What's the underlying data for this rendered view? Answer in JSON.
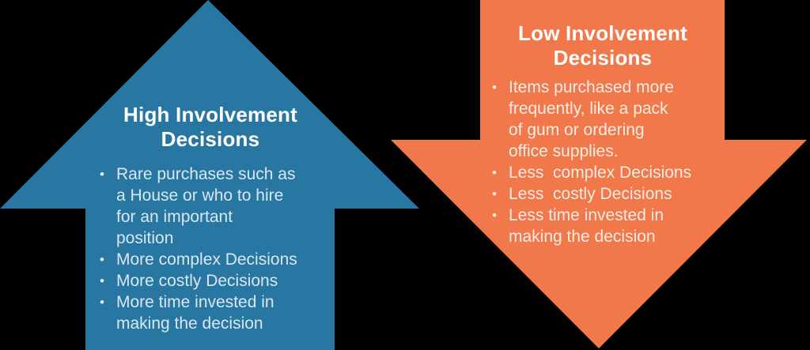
{
  "canvas": {
    "background_color": "#000000"
  },
  "bullet_char": "•",
  "high_involvement": {
    "title": "High Involvement\nDecisions",
    "arrow_direction": "up",
    "arrow_color": "#2877A2",
    "title_color": "#FFFFFF",
    "text_color": "#D9E7F1",
    "bullets": [
      "Rare purchases such as\na House or who to hire\nfor an important\nposition",
      "More complex Decisions",
      "More costly Decisions",
      "More time invested in\nmaking the decision"
    ]
  },
  "low_involvement": {
    "title": "Low Involvement\nDecisions",
    "arrow_direction": "down",
    "arrow_color": "#F0784A",
    "title_color": "#FFFFFF",
    "text_color": "#F9ECE4",
    "bullets": [
      "Items purchased more\nfrequently, like a pack\nof gum or ordering\noffice supplies.",
      "Less  complex Decisions",
      "Less  costly Decisions",
      "Less time invested in\nmaking the decision"
    ]
  }
}
